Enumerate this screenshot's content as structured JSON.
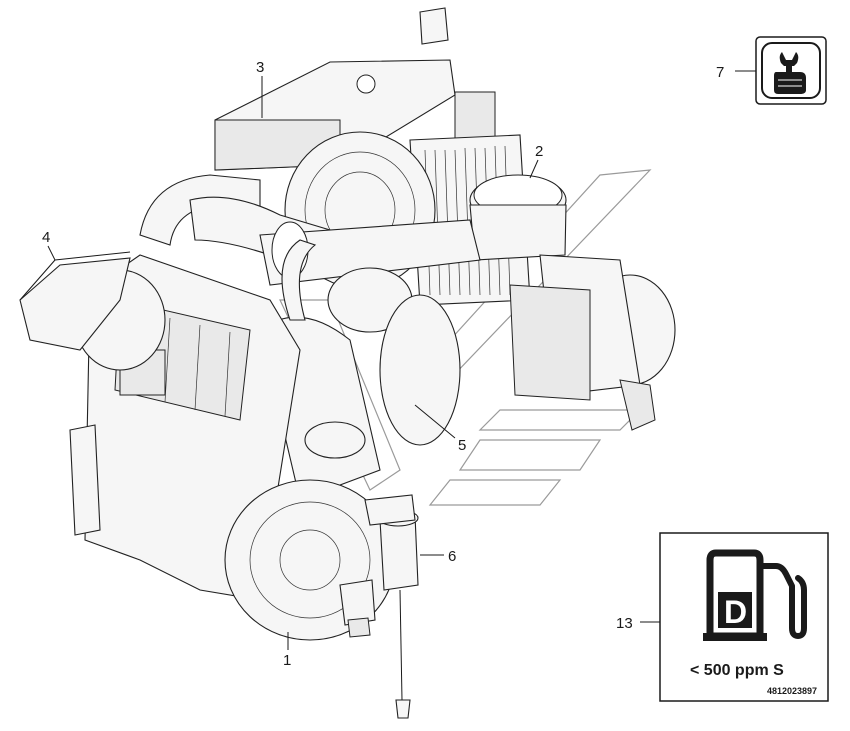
{
  "callouts": [
    {
      "id": "1",
      "label": "1"
    },
    {
      "id": "2",
      "label": "2"
    },
    {
      "id": "3",
      "label": "3"
    },
    {
      "id": "4",
      "label": "4"
    },
    {
      "id": "5",
      "label": "5"
    },
    {
      "id": "6",
      "label": "6"
    },
    {
      "id": "7",
      "label": "7"
    },
    {
      "id": "13",
      "label": "13"
    }
  ],
  "fuel_decal": {
    "text": "< 500 ppm S",
    "letter": "D"
  },
  "document_number": "4812023897",
  "icons": {
    "service": "wrench-thumbs-up-icon",
    "fuel": "fuel-pump-icon"
  }
}
